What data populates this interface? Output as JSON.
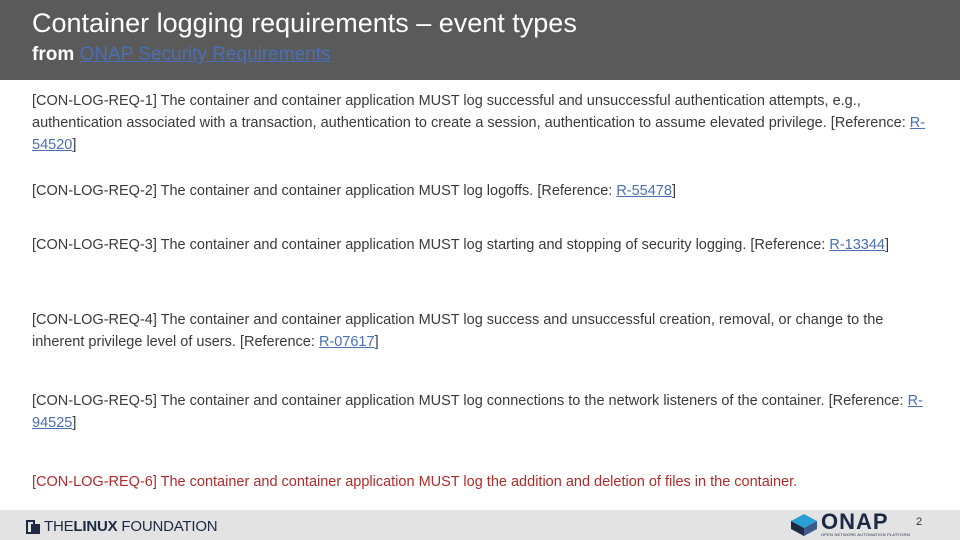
{
  "header": {
    "title": "Container logging requirements – event types",
    "subtitle_prefix": "from",
    "subtitle_link": "ONAP Security Requirements"
  },
  "requirements": [
    {
      "id": "r1",
      "text": "[CON-LOG-REQ-1] The container and container application MUST log successful and unsuccessful authentication attempts, e.g., authentication associated with a transaction, authentication to create a session, authentication to assume elevated privilege. [Reference: ",
      "ref": "R-54520",
      "end": "]"
    },
    {
      "id": "r2",
      "text": "[CON-LOG-REQ-2] The container and container application MUST log logoffs. [Reference: ",
      "ref": "R-55478",
      "end": "]"
    },
    {
      "id": "r3",
      "text": "[CON-LOG-REQ-3] The container and container application MUST log starting and stopping of security logging. [Reference: ",
      "ref": "R-13344",
      "end": "]"
    },
    {
      "id": "r4",
      "text": "[CON-LOG-REQ-4] The container and container application MUST log success and unsuccessful creation, removal, or change to the inherent privilege level of users. [Reference: ",
      "ref": "R-07617",
      "end": "]"
    },
    {
      "id": "r5",
      "text": "[CON-LOG-REQ-5] The container and container application MUST log connections to the network listeners of the container. [Reference: ",
      "ref": "R-94525",
      "end": "]"
    },
    {
      "id": "r6",
      "text": "[CON-LOG-REQ-6] The container and container application MUST log the addition and deletion of files in the container."
    }
  ],
  "footer": {
    "lf_logo_light": "THE",
    "lf_logo_bold": "LINUX",
    "lf_logo_rest": " FOUNDATION",
    "onap_name": "ONAP",
    "onap_tagline": "OPEN NETWORK AUTOMATION PLATFORM",
    "page_number": "2"
  },
  "colors": {
    "header_bg": "#5a5a5a",
    "link": "#4a6fb5",
    "highlight_red": "#b22b2b"
  }
}
